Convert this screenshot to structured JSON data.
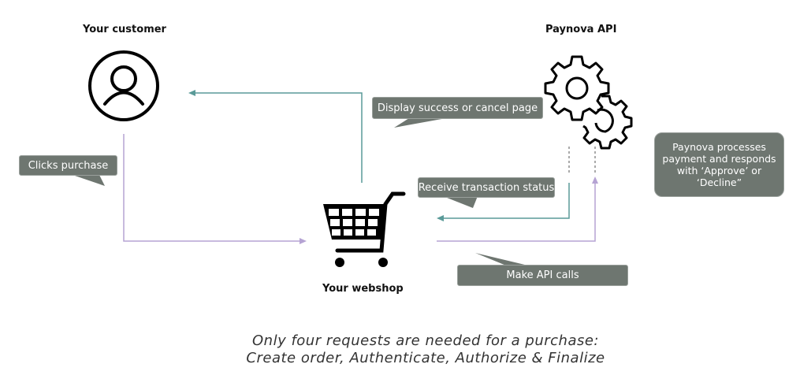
{
  "nodes": {
    "customer": {
      "title": "Your customer",
      "icon": "user-circle-icon"
    },
    "webshop": {
      "title": "Your webshop",
      "icon": "shopping-cart-icon"
    },
    "api": {
      "title": "Paynova API",
      "icon": "gears-icon"
    }
  },
  "callouts": {
    "clicks_purchase": "Clicks purchase",
    "display_page": "Display success or cancel page",
    "receive_status": "Receive transaction status",
    "make_api_calls": "Make API calls",
    "processes": "Paynova processes payment and responds with ‘Approve’ or ‘Decline”"
  },
  "caption": {
    "line1": "Only four requests are needed for a purchase:",
    "line2": "Create order,  Authenticate, Authorize & Finalize"
  },
  "colors": {
    "teal_arrow": "#5a9a98",
    "purple_arrow": "#b5a3d3",
    "callout_bg": "#6e7670"
  }
}
